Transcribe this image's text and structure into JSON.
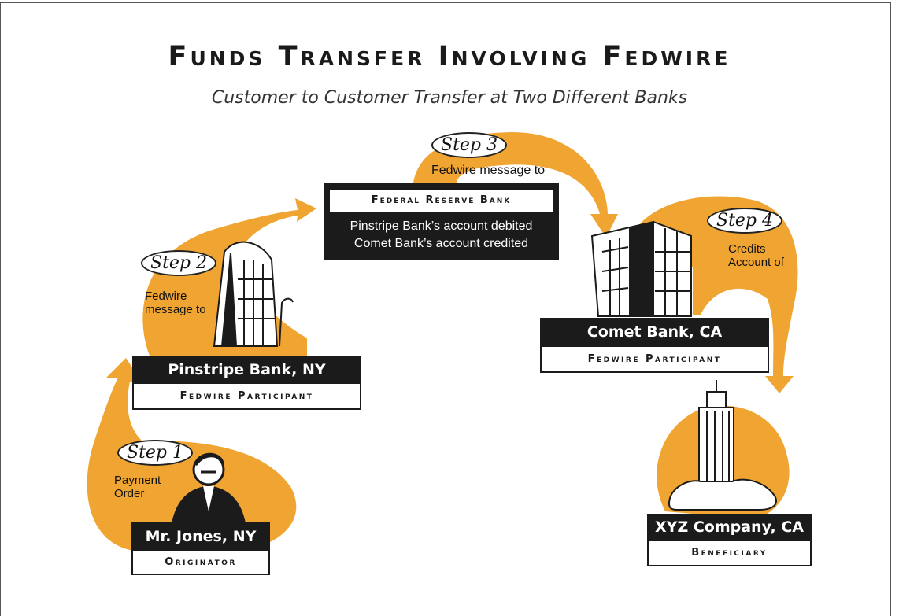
{
  "title": "Funds Transfer Involving Fedwire",
  "subtitle": "Customer to Customer Transfer at Two Different Banks",
  "colors": {
    "accent": "#f0a532",
    "dark": "#1b1b1b"
  },
  "steps": [
    {
      "label": "Step 1",
      "description_lines": [
        "Payment",
        "Order"
      ]
    },
    {
      "label": "Step 2",
      "description_lines": [
        "Fedwire",
        "message to"
      ]
    },
    {
      "label": "Step 3",
      "description_lines": [
        "Fedwire message to"
      ]
    },
    {
      "label": "Step 4",
      "description_lines": [
        "Credits",
        "Account of"
      ]
    }
  ],
  "parties": {
    "originator": {
      "name": "Mr. Jones, NY",
      "role": "Originator",
      "icon": "businessman-icon"
    },
    "pinstripe": {
      "name": "Pinstripe Bank, NY",
      "role": "Fedwire Participant",
      "icon": "bank-building-icon"
    },
    "comet": {
      "name": "Comet Bank, CA",
      "role": "Fedwire Participant",
      "icon": "office-building-icon"
    },
    "xyz": {
      "name": "XYZ Company, CA",
      "role": "Beneficiary",
      "icon": "tower-building-icon"
    }
  },
  "federal_reserve": {
    "title": "Federal Reserve Bank",
    "lines": [
      "Pinstripe Bank’s account debited",
      "Comet Bank’s account credited"
    ]
  }
}
